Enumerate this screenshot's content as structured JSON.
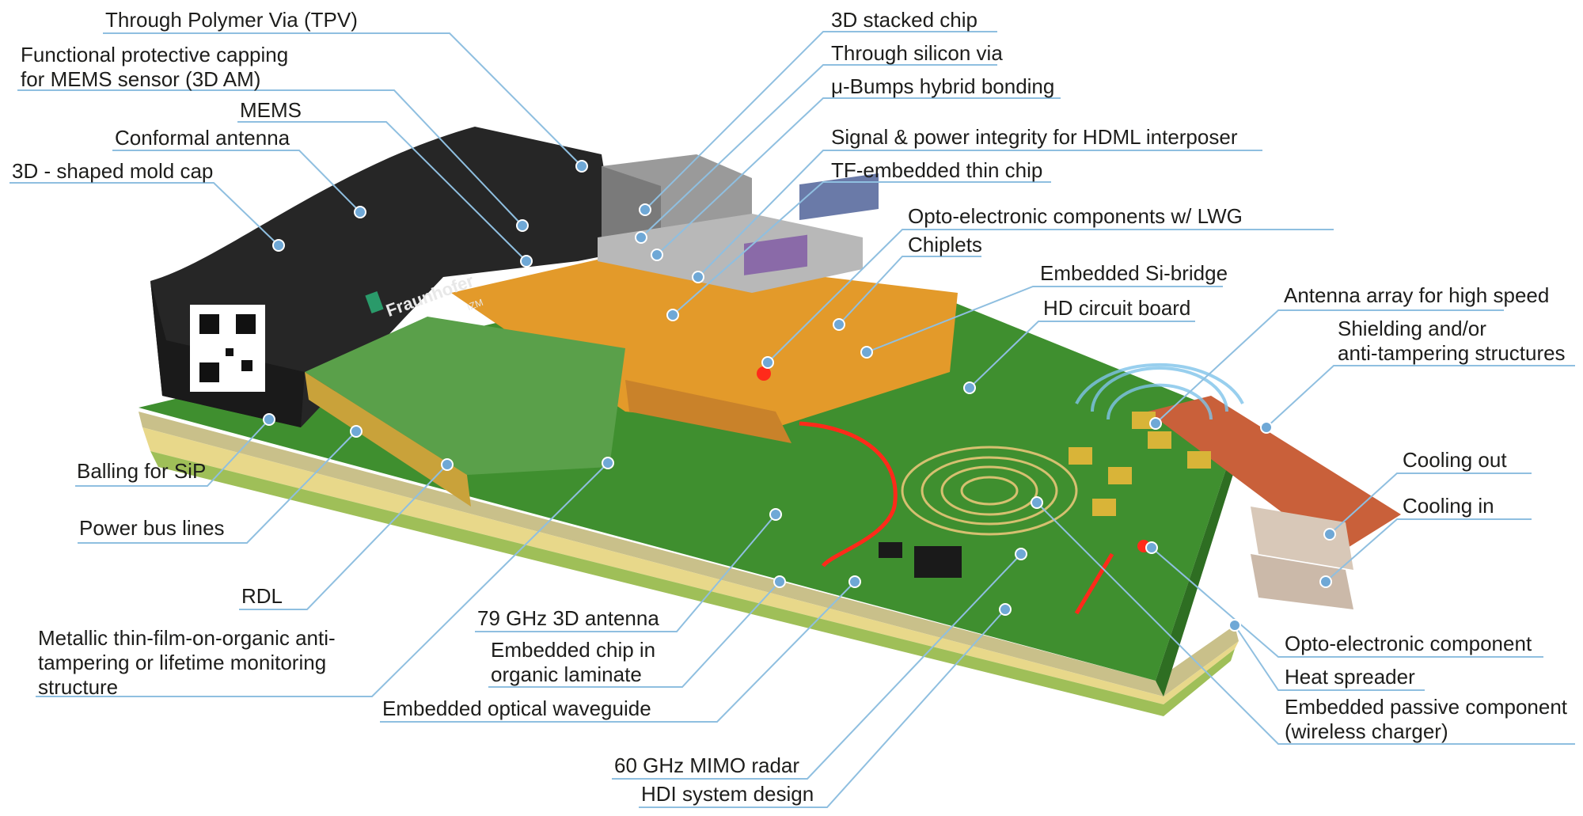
{
  "logo": {
    "brand": "Fraunhofer",
    "institute": "IZM"
  },
  "labels": {
    "tpv": [
      "Through Polymer Via (TPV)"
    ],
    "capping": [
      "Functional protective capping",
      "for MEMS sensor (3D AM)"
    ],
    "mems": [
      "MEMS"
    ],
    "conformal_antenna": [
      "Conformal antenna"
    ],
    "mold_cap": [
      "3D - shaped mold cap"
    ],
    "balling": [
      "Balling for SiP"
    ],
    "power_bus": [
      "Power bus lines"
    ],
    "rdl": [
      "RDL"
    ],
    "anti_tamper_film": [
      "Metallic thin-film-on-organic anti-",
      "tampering or lifetime monitoring",
      "structure"
    ],
    "stacked_chip": [
      "3D stacked chip"
    ],
    "tsv": [
      "Through silicon via"
    ],
    "bumps": [
      "μ-Bumps hybrid bonding"
    ],
    "signal_power": [
      "Signal & power integrity for HDML interposer"
    ],
    "tf_embedded": [
      "TF-embedded thin chip"
    ],
    "opto_lwg": [
      "Opto-electronic components w/ LWG"
    ],
    "chiplets": [
      "Chiplets"
    ],
    "si_bridge": [
      "Embedded Si-bridge"
    ],
    "hd_board": [
      "HD circuit board"
    ],
    "antenna_array": [
      "Antenna array for high speed"
    ],
    "shielding": [
      "Shielding and/or",
      "anti-tampering structures"
    ],
    "cooling_out": [
      "Cooling out"
    ],
    "cooling_in": [
      "Cooling in"
    ],
    "antenna_79": [
      "79 GHz 3D antenna"
    ],
    "embedded_chip": [
      "Embedded chip in",
      "organic laminate"
    ],
    "waveguide": [
      "Embedded optical waveguide"
    ],
    "radar": [
      "60 GHz MIMO radar"
    ],
    "hdi": [
      "HDI system design"
    ],
    "opto_component": [
      "Opto-electronic component"
    ],
    "heat_spreader": [
      "Heat spreader"
    ],
    "passive": [
      "Embedded passive component",
      "(wireless charger)"
    ]
  },
  "colors": {
    "leader": "#8fbfe0",
    "dot": "#6fa8d6",
    "text": "#1d1d1b",
    "pcb_green": "#3f8f2f",
    "interposer_orange": "#e39a2a",
    "mold_black": "#262626",
    "waveguide_red": "#ff2a1a"
  }
}
